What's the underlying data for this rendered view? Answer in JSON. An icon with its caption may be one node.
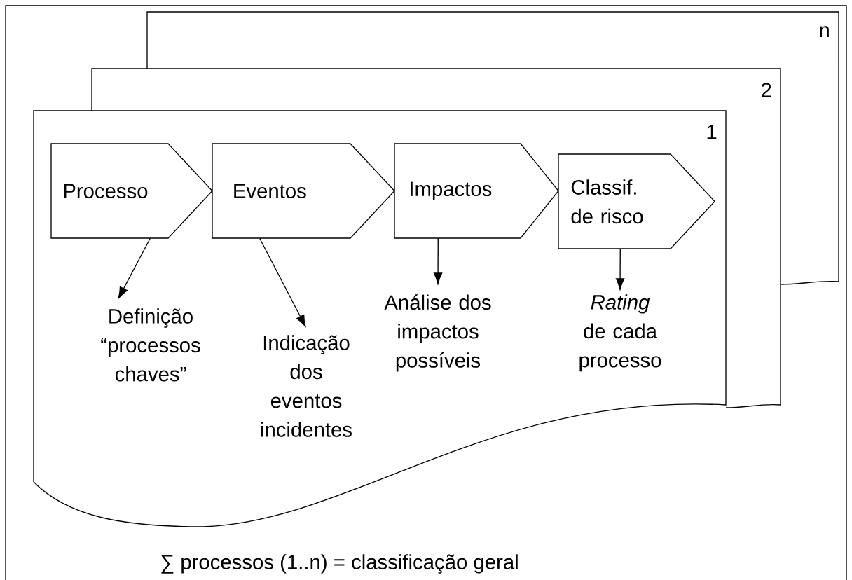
{
  "diagram": {
    "caption": "∑ processos (1..n) = classificação geral",
    "nodes": [
      {
        "text": [
          "n"
        ]
      },
      {
        "text": [
          "2"
        ]
      },
      {
        "text": [
          "1"
        ]
      },
      {
        "text": [
          "Processo"
        ],
        "in": 2
      },
      {
        "text": [
          "Eventos"
        ],
        "in": 2
      },
      {
        "text": [
          "Impactos"
        ],
        "in": 2
      },
      {
        "text": [
          "Classif. de risco"
        ],
        "in": 2
      },
      {
        "text": [
          "Definição “processos chaves”"
        ],
        "in": 2
      },
      {
        "text": [
          "Indicação dos eventos incidentes"
        ],
        "in": 2
      },
      {
        "text": [
          "Análise dos impactos possíveis"
        ],
        "in": 2
      },
      {
        "text": [
          "*Rating* de cada processo"
        ],
        "in": 2
      }
    ],
    "edges": [
      {
        "from": 3,
        "to": 7,
        "arrow": "to"
      },
      {
        "from": 4,
        "to": 8,
        "arrow": "to"
      },
      {
        "from": 5,
        "to": 9,
        "arrow": "to"
      },
      {
        "from": 6,
        "to": 10,
        "arrow": "to"
      }
    ]
  }
}
